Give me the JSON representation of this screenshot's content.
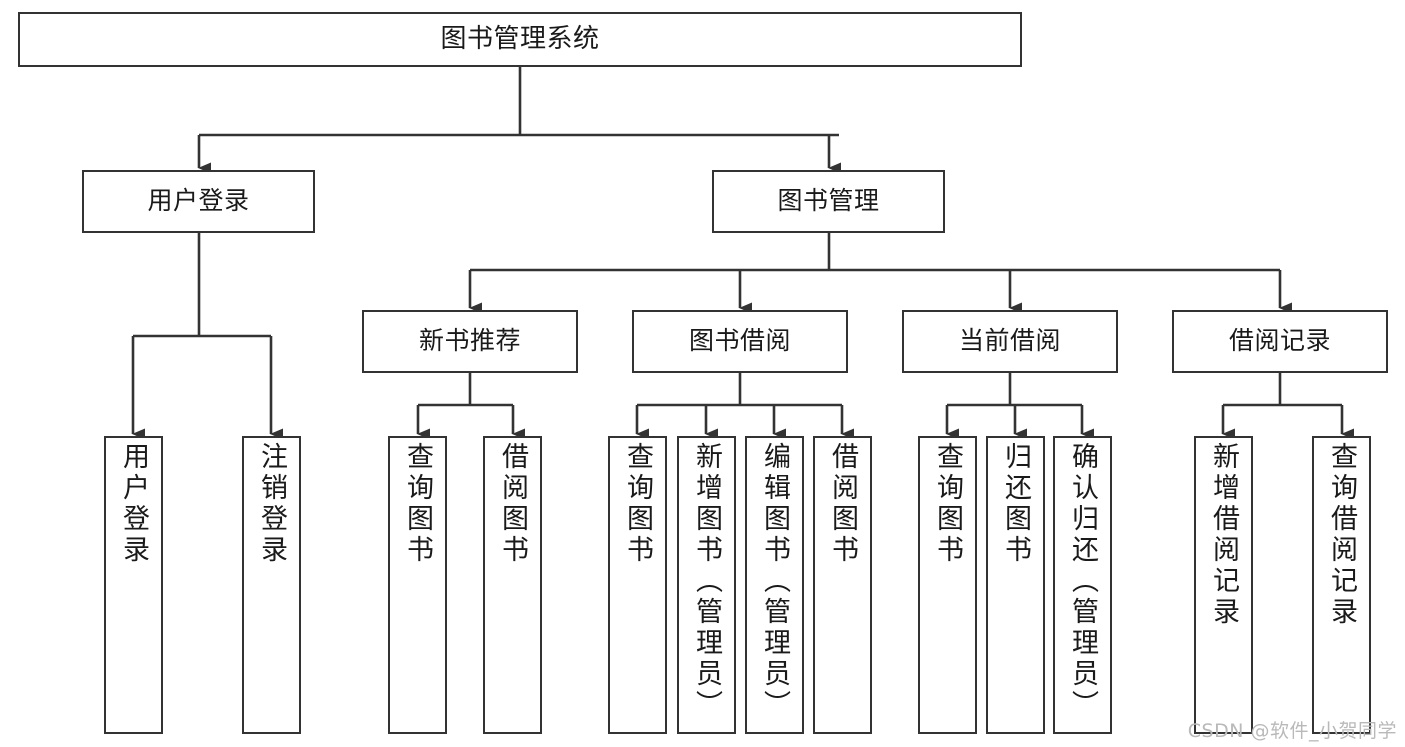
{
  "diagram": {
    "title": "图书管理系统",
    "type": "tree-hierarchy-chart",
    "watermark": "CSDN @软件_小贺同学",
    "colors": {
      "box_border": "#333333",
      "box_fill": "#ffffff",
      "connector": "#333333",
      "text": "#1a1a1a",
      "watermark": "#b9b9b9"
    }
  },
  "nodes": {
    "root": {
      "label": "图书管理系统"
    },
    "level2": [
      {
        "id": "user-login",
        "label": "用户登录"
      },
      {
        "id": "book-management",
        "label": "图书管理"
      }
    ],
    "level3": [
      {
        "id": "new-book-recommend",
        "label": "新书推荐"
      },
      {
        "id": "book-borrow",
        "label": "图书借阅"
      },
      {
        "id": "current-borrow",
        "label": "当前借阅"
      },
      {
        "id": "borrow-record",
        "label": "借阅记录"
      }
    ],
    "leaves": {
      "user_login": [
        {
          "id": "leaf-user-login",
          "label": "用户登录"
        },
        {
          "id": "leaf-logout-login",
          "label": "注销登录"
        }
      ],
      "new_book_recommend": [
        {
          "id": "leaf-query-book-1",
          "label": "查询图书"
        },
        {
          "id": "leaf-borrow-book-1",
          "label": "借阅图书"
        }
      ],
      "book_borrow": [
        {
          "id": "leaf-query-book-2",
          "label": "查询图书"
        },
        {
          "id": "leaf-add-book",
          "label": "新增图书（管理员）"
        },
        {
          "id": "leaf-edit-book",
          "label": "编辑图书（管理员）"
        },
        {
          "id": "leaf-borrow-book-2",
          "label": "借阅图书"
        }
      ],
      "current_borrow": [
        {
          "id": "leaf-query-book-3",
          "label": "查询图书"
        },
        {
          "id": "leaf-return-book",
          "label": "归还图书"
        },
        {
          "id": "leaf-confirm-return",
          "label": "确认归还（管理员）"
        }
      ],
      "borrow_record": [
        {
          "id": "leaf-add-record",
          "label": "新增借阅记录"
        },
        {
          "id": "leaf-query-record",
          "label": "查询借阅记录"
        }
      ]
    }
  }
}
